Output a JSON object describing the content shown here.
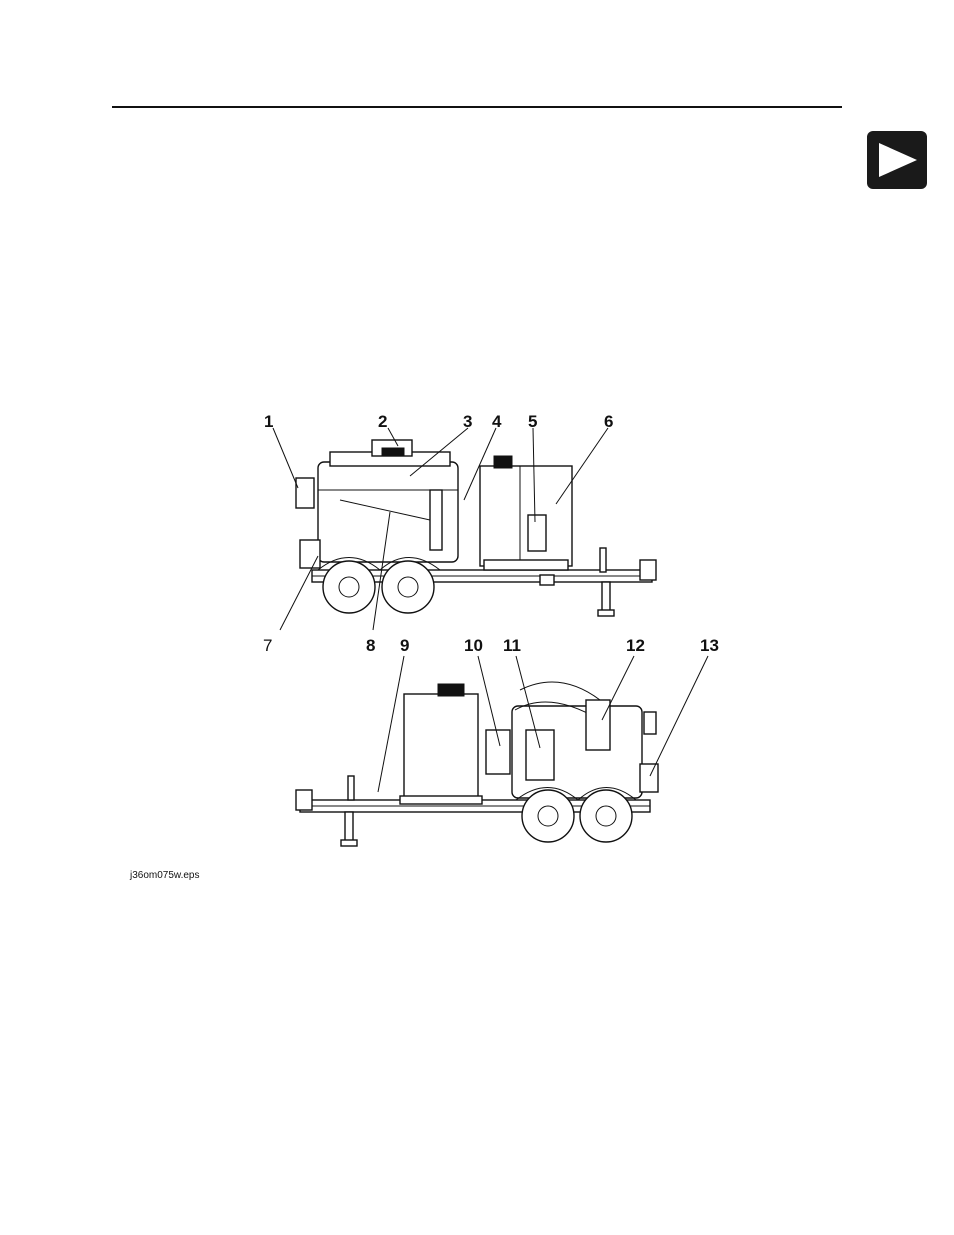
{
  "figure": {
    "callouts_top": [
      "1",
      "2",
      "3",
      "4",
      "5",
      "6",
      "7",
      "8"
    ],
    "callouts_bottom": [
      "9",
      "10",
      "11",
      "12",
      "13"
    ],
    "filename": "j36om075w.eps"
  },
  "nav": {
    "icon": "next-page-arrow-icon"
  }
}
